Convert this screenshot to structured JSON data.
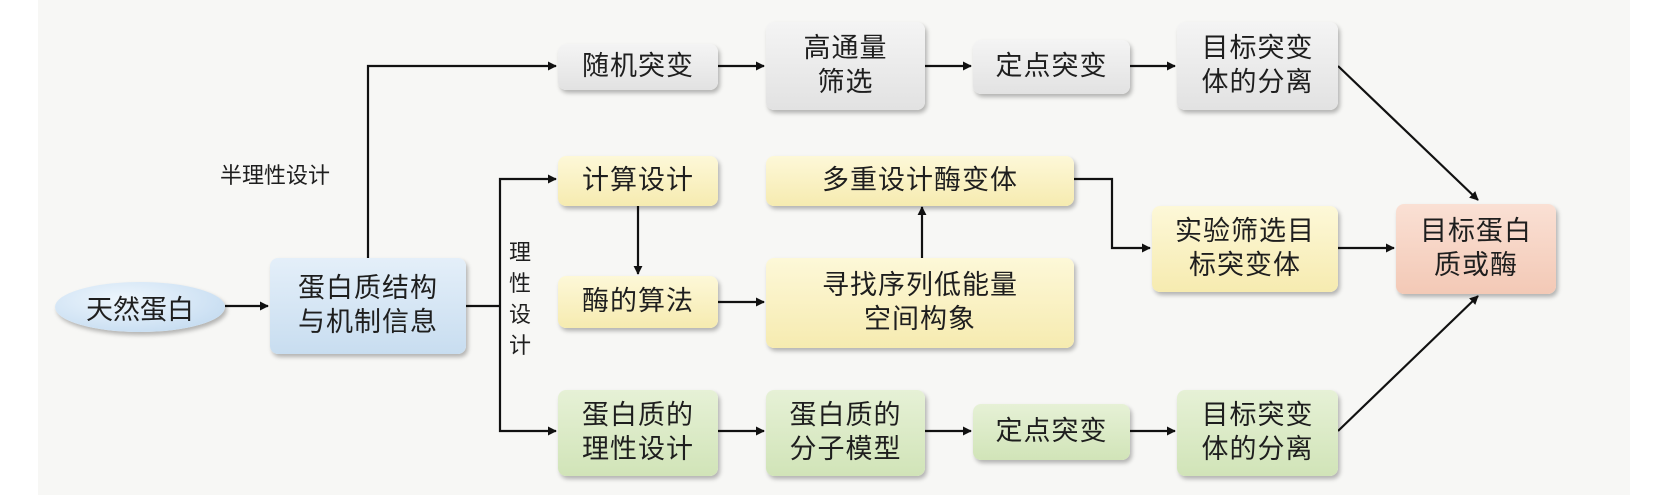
{
  "start": {
    "label": "天然蛋白"
  },
  "structure": {
    "label": "蛋白质结构\n与机制信息"
  },
  "semi_rational_label": "半理性设计",
  "rational_label": "理\n性\n设\n计",
  "top_row": [
    {
      "label": "随机突变"
    },
    {
      "label": "高通量\n筛选"
    },
    {
      "label": "定点突变"
    },
    {
      "label": "目标突变\n体的分离"
    }
  ],
  "middle": {
    "compute": "计算设计",
    "algorithm": "酶的算法",
    "multi": "多重设计酶变体",
    "search": "寻找序列低能量\n空间构象",
    "screen": "实验筛选目\n标突变体"
  },
  "bottom_row": [
    {
      "label": "蛋白质的\n理性设计"
    },
    {
      "label": "蛋白质的\n分子模型"
    },
    {
      "label": "定点突变"
    },
    {
      "label": "目标突变\n体的分离"
    }
  ],
  "result": {
    "label": "目标蛋白\n质或酶"
  }
}
